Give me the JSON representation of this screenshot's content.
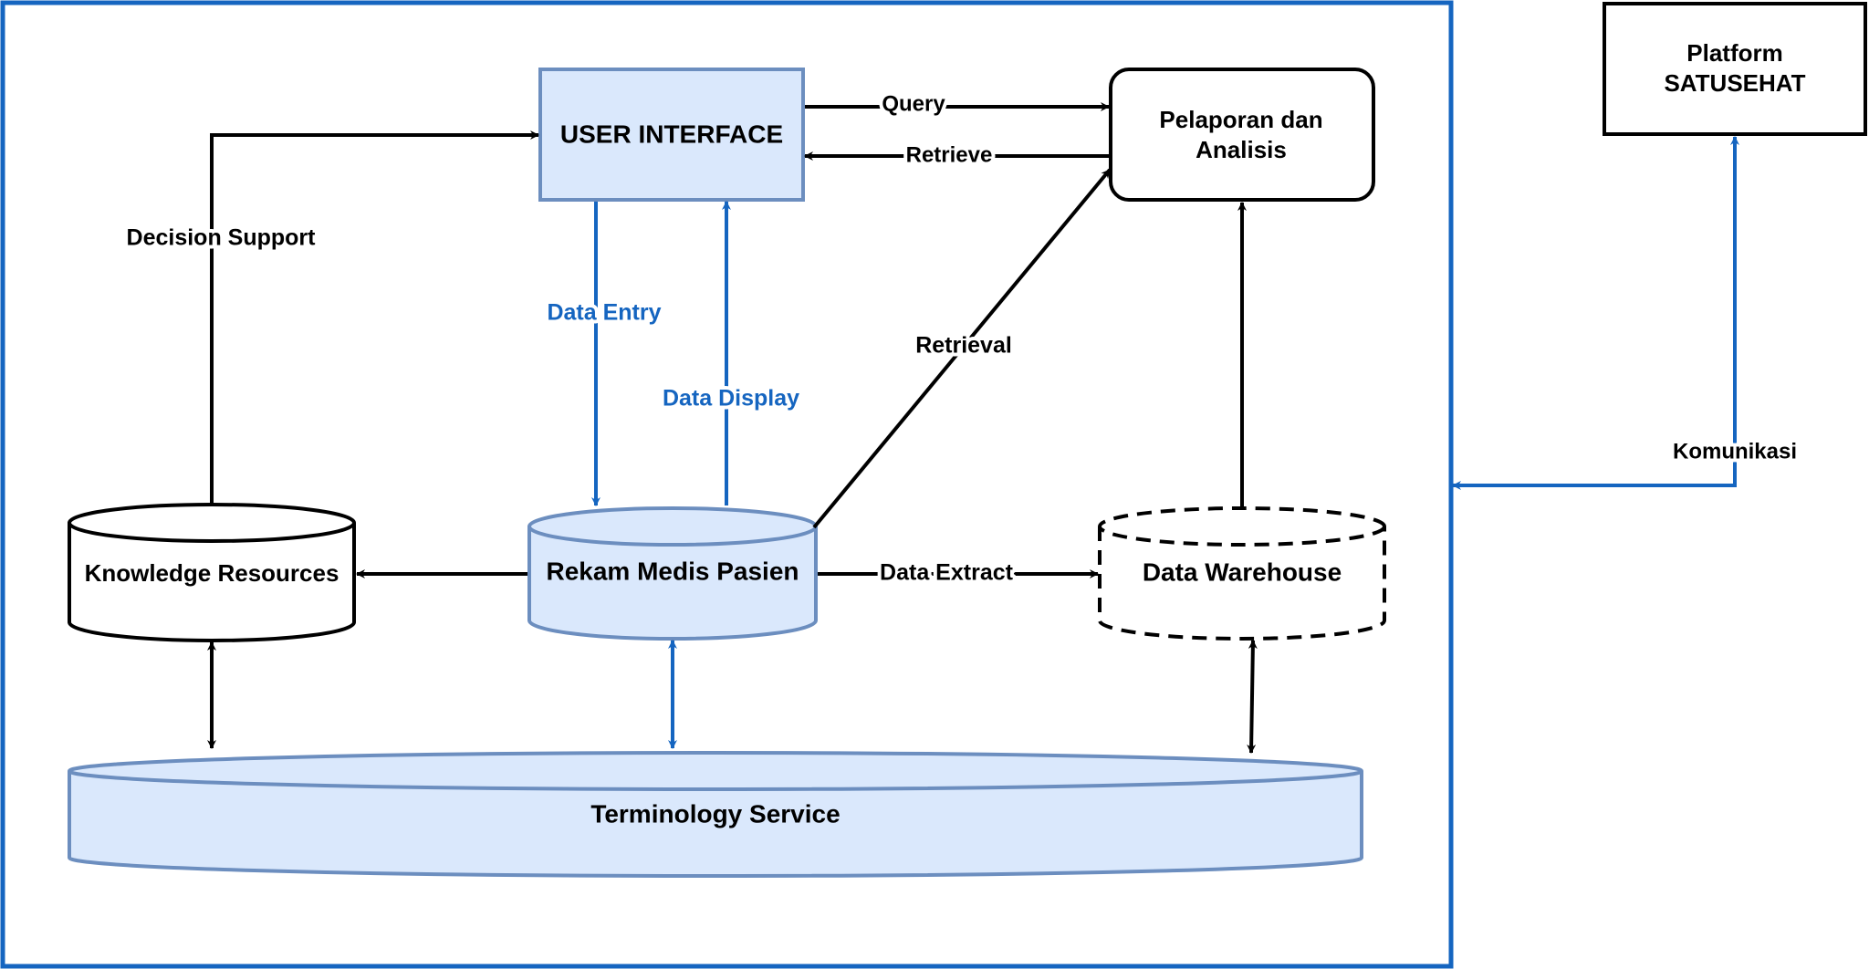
{
  "nodes": {
    "user_interface": "USER INTERFACE",
    "pelaporan": [
      "Pelaporan dan",
      "Analisis"
    ],
    "platform": [
      "Platform",
      "SATUSEHAT"
    ],
    "knowledge": "Knowledge Resources",
    "rekam_medis": "Rekam Medis Pasien",
    "data_warehouse": "Data Warehouse",
    "terminology": "Terminology Service"
  },
  "edges": {
    "query": "Query",
    "retrieve": "Retrieve",
    "decision_support": "Decision Support",
    "data_entry": "Data Entry",
    "data_display": "Data Display",
    "retrieval": "Retrieval",
    "data_extract": "Data Extract",
    "komunikasi": "Komunikasi"
  },
  "colors": {
    "accent_blue": "#1565c0",
    "box_border_blue": "#6c8ebf",
    "box_fill_blue": "#dae8fc",
    "black": "#000000"
  }
}
